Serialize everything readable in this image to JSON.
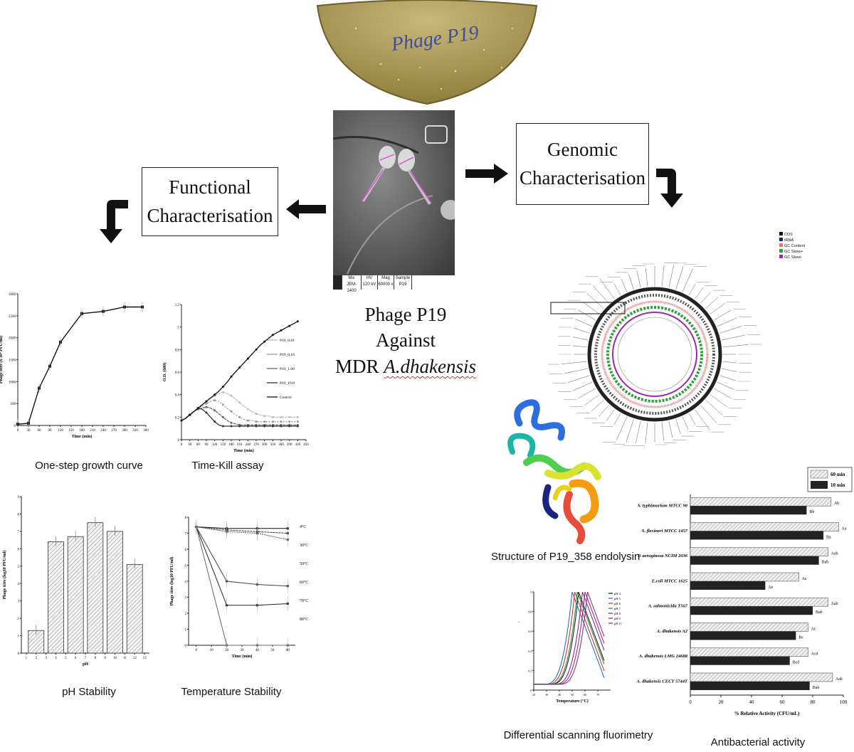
{
  "petri": {
    "label": "Phage P19"
  },
  "tem": {
    "scale_cells": [
      "Mic",
      "HV",
      "Mag",
      "Sample"
    ],
    "scale_values": [
      "JEM-1400",
      "120 kV",
      "60000 x",
      "P19"
    ]
  },
  "center": {
    "line1": "Phage P19",
    "line2": "Against",
    "line3_prefix": "MDR ",
    "line3_species": "A.dhakensis"
  },
  "boxes": {
    "functional": [
      "Functional",
      "Characterisation"
    ],
    "genomic": [
      "Genomic",
      "Characterisation"
    ]
  },
  "captions": {
    "one_step": "One-step growth curve",
    "time_kill": "Time-Kill assay",
    "ph": "pH Stability",
    "temp": "Temperature Stability",
    "endolysin": "Structure of P19_358 endolysin",
    "dsf": "Differential scanning fluorimetry",
    "antibacterial": "Antibacterial activity"
  },
  "genome_legend": [
    "CDS",
    "tRNA",
    "GC Content",
    "GC Skew+",
    "GC Skew-"
  ],
  "colors": {
    "gc_content": "#e57373",
    "gc_skew_pos": "#2e9e3a",
    "gc_skew_neg": "#9c27b0",
    "bar_dark": "#222222",
    "bar_light": "#dddddd"
  },
  "chart_data": [
    {
      "id": "one_step",
      "type": "line",
      "xlabel": "Time (min)",
      "ylabel": "Phage titre (x 10⁴ PFU/ml)",
      "xlim": [
        0,
        360
      ],
      "ylim": [
        0,
        3000
      ],
      "x": [
        0,
        30,
        60,
        90,
        120,
        180,
        240,
        300,
        350
      ],
      "series": [
        {
          "values": [
            30,
            50,
            850,
            1350,
            1900,
            2550,
            2600,
            2700,
            2700
          ]
        }
      ],
      "xticks": [
        0,
        30,
        60,
        90,
        120,
        150,
        180,
        210,
        240,
        270,
        300,
        330,
        360
      ],
      "yticks": [
        0,
        500,
        1000,
        1500,
        2000,
        2500,
        3000
      ]
    },
    {
      "id": "time_kill",
      "type": "line",
      "xlabel": "Time (min)",
      "ylabel": "O.D. (600)",
      "xlim": [
        0,
        450
      ],
      "ylim": [
        0,
        1.2
      ],
      "x": [
        0,
        15,
        30,
        45,
        60,
        75,
        90,
        105,
        120,
        135,
        150,
        165,
        180,
        195,
        210,
        225,
        240,
        255,
        270,
        285,
        300,
        315,
        330,
        345,
        360,
        375,
        390,
        405,
        420
      ],
      "series": [
        {
          "name": "P19_0.01",
          "values": [
            0.17,
            0.19,
            0.22,
            0.25,
            0.28,
            0.31,
            0.34,
            0.37,
            0.39,
            0.41,
            0.42,
            0.41,
            0.39,
            0.36,
            0.33,
            0.3,
            0.27,
            0.25,
            0.23,
            0.22,
            0.21,
            0.21,
            0.2,
            0.2,
            0.2,
            0.2,
            0.2,
            0.2,
            0.2
          ]
        },
        {
          "name": "P19_0.10",
          "values": [
            0.17,
            0.19,
            0.22,
            0.25,
            0.28,
            0.3,
            0.32,
            0.34,
            0.35,
            0.34,
            0.31,
            0.28,
            0.25,
            0.22,
            0.2,
            0.18,
            0.17,
            0.17,
            0.16,
            0.16,
            0.16,
            0.16,
            0.16,
            0.16,
            0.16,
            0.16,
            0.16,
            0.16,
            0.16
          ]
        },
        {
          "name": "P19_1.00",
          "values": [
            0.17,
            0.19,
            0.22,
            0.25,
            0.27,
            0.28,
            0.29,
            0.28,
            0.26,
            0.23,
            0.2,
            0.17,
            0.15,
            0.14,
            0.13,
            0.13,
            0.13,
            0.13,
            0.13,
            0.13,
            0.13,
            0.13,
            0.13,
            0.13,
            0.13,
            0.13,
            0.13,
            0.13,
            0.13
          ]
        },
        {
          "name": "P19_10.0",
          "values": [
            0.17,
            0.19,
            0.22,
            0.25,
            0.28,
            0.27,
            0.24,
            0.2,
            0.16,
            0.13,
            0.12,
            0.12,
            0.12,
            0.12,
            0.12,
            0.12,
            0.12,
            0.12,
            0.12,
            0.12,
            0.12,
            0.12,
            0.12,
            0.12,
            0.12,
            0.12,
            0.12,
            0.12,
            0.12
          ]
        },
        {
          "name": "Control",
          "values": [
            0.17,
            0.19,
            0.22,
            0.25,
            0.28,
            0.31,
            0.34,
            0.37,
            0.4,
            0.43,
            0.47,
            0.51,
            0.56,
            0.6,
            0.64,
            0.68,
            0.72,
            0.76,
            0.8,
            0.84,
            0.87,
            0.9,
            0.93,
            0.95,
            0.97,
            0.99,
            1.01,
            1.03,
            1.05
          ]
        }
      ],
      "xticks": [
        0,
        30,
        60,
        90,
        120,
        150,
        180,
        210,
        240,
        270,
        300,
        330,
        360,
        390,
        420,
        450
      ],
      "yticks": [
        0,
        0.2,
        0.4,
        0.6,
        0.8,
        1.0,
        1.2
      ]
    },
    {
      "id": "ph",
      "type": "bar",
      "xlabel": "pH",
      "ylabel": "Phage titre (log10 PFU/ml)",
      "ylim": [
        0,
        9
      ],
      "categories": [
        "2",
        "4",
        "6",
        "8",
        "10",
        "12"
      ],
      "values": [
        1.3,
        6.4,
        6.7,
        7.5,
        7.0,
        5.1
      ],
      "xticks": [
        1,
        2,
        3,
        4,
        5,
        6,
        7,
        8,
        9,
        10,
        11,
        12,
        13
      ],
      "yticks": [
        0,
        1,
        2,
        3,
        4,
        5,
        6,
        7,
        8,
        9
      ]
    },
    {
      "id": "temp",
      "type": "line",
      "xlabel": "Time (min)",
      "ylabel": "Phage titre (log10 PFU/ml)",
      "xlim": [
        0,
        60
      ],
      "ylim": [
        0,
        8
      ],
      "x": [
        0,
        20,
        40,
        60
      ],
      "series": [
        {
          "name": "4°C",
          "values": [
            7.4,
            7.3,
            7.3,
            7.3
          ]
        },
        {
          "name": "30°C",
          "values": [
            7.4,
            7.2,
            7.1,
            7.0
          ]
        },
        {
          "name": "50°C",
          "values": [
            7.4,
            7.1,
            7.0,
            6.6
          ]
        },
        {
          "name": "60°C",
          "values": [
            7.4,
            4.0,
            3.8,
            3.7
          ]
        },
        {
          "name": "70°C",
          "values": [
            7.4,
            2.5,
            2.5,
            2.6
          ]
        },
        {
          "name": "80°C",
          "values": [
            7.4,
            0.0,
            0.0,
            0.0
          ]
        }
      ],
      "xticks": [
        0,
        10,
        20,
        30,
        40,
        50,
        60
      ],
      "yticks": [
        0,
        1,
        2,
        3,
        4,
        5,
        6,
        7,
        8
      ]
    },
    {
      "id": "dsf",
      "type": "line",
      "xlabel": "Temperature (°C)",
      "ylabel": "Fluorescence Intensity",
      "xlim": [
        20,
        80
      ],
      "ylim": [
        0,
        1.0
      ],
      "series": [
        {
          "name": "pH 4",
          "peak": 55
        },
        {
          "name": "pH 5",
          "peak": 50
        },
        {
          "name": "pH 6",
          "peak": 52
        },
        {
          "name": "pH 7",
          "peak": 54
        },
        {
          "name": "pH 8",
          "peak": 58
        },
        {
          "name": "pH 9",
          "peak": 60
        },
        {
          "name": "pH 10",
          "peak": 62
        }
      ],
      "xticks": [
        20,
        30,
        40,
        50,
        60,
        70
      ],
      "yticks": [
        0,
        0.2,
        0.4,
        0.6,
        0.8,
        1.0
      ]
    },
    {
      "id": "antibacterial",
      "type": "bar",
      "orientation": "horizontal",
      "xlabel": "% Relative Activity (CFU/mL)",
      "xlim": [
        0,
        100
      ],
      "categories": [
        "S. typhimurium MTCC 98",
        "S. flexineri MTCC 1457",
        "P. aeruginosa NCIM 2036",
        "E.coli MTCC 1625",
        "A. salmonicida T567",
        "A. dhakensis A2",
        "A. dhakensis LMG 24688",
        "A. dhakensis CECT 5744T"
      ],
      "series": [
        {
          "name": "60 min",
          "values": [
            92,
            97,
            90,
            71,
            90,
            77,
            77,
            93
          ],
          "labels": [
            "Ab",
            "Aa",
            "Aab",
            "Ae",
            "Aab",
            "Ac",
            "Acd",
            "Aab"
          ]
        },
        {
          "name": "10 min",
          "values": [
            76,
            87,
            84,
            49,
            80,
            69,
            65,
            78
          ],
          "labels": [
            "Bb",
            "Ba",
            "Bab",
            "Ae",
            "Bab",
            "Bc",
            "Bcd",
            "Bab"
          ]
        }
      ],
      "xticks": [
        0,
        20,
        40,
        60,
        80,
        100
      ]
    }
  ]
}
